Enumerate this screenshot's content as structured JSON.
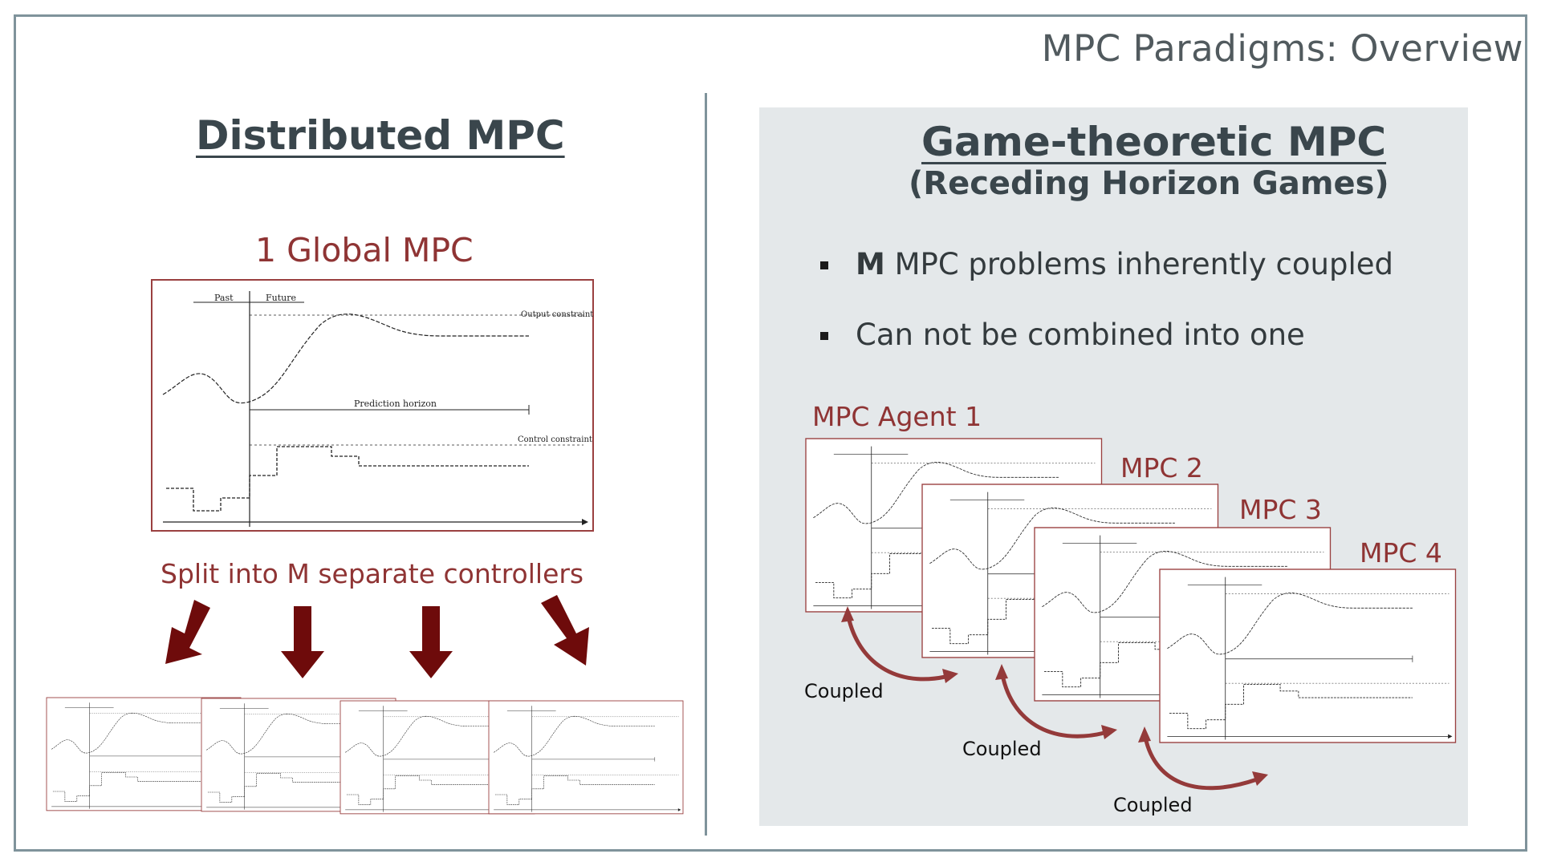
{
  "slide": {
    "title": "MPC Paradigms: Overview"
  },
  "left": {
    "heading": "Distributed MPC",
    "global_label": "1 Global MPC",
    "split_label": "Split into M separate controllers",
    "plot_labels": {
      "past": "Past",
      "future": "Future",
      "output_constraint": "Output constraint",
      "prediction_horizon": "Prediction horizon",
      "control_constraint": "Control constraint"
    }
  },
  "right": {
    "heading": "Game-theoretic MPC",
    "subheading": "(Receding Horizon Games)",
    "bullets": [
      {
        "bold": "M",
        "text": " MPC problems inherently coupled"
      },
      {
        "bold": "",
        "text": "Can not be combined into one"
      }
    ],
    "agents": [
      {
        "label": "MPC Agent 1"
      },
      {
        "label": "MPC 2"
      },
      {
        "label": "MPC 3"
      },
      {
        "label": "MPC 4"
      }
    ],
    "coupled_labels": [
      "Coupled",
      "Coupled",
      "Coupled"
    ]
  },
  "colors": {
    "accent_red": "#8f3434",
    "arrow_red": "#6e0b0b",
    "heading_gray": "#3a464c",
    "panel_bg": "#e4e8ea",
    "frame_gray": "#7f939b"
  }
}
